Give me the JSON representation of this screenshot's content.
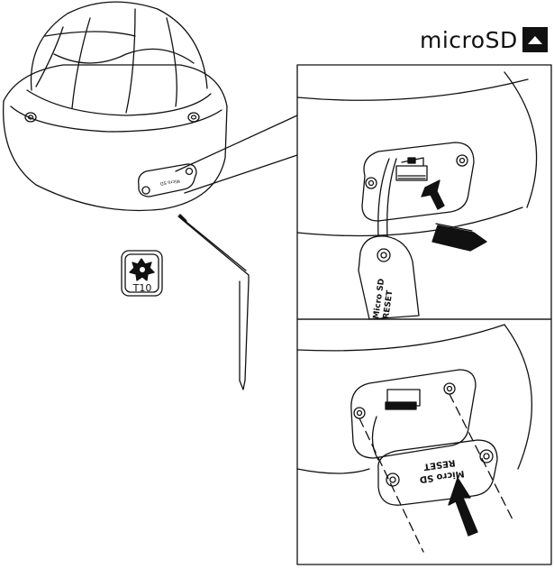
{
  "header": {
    "title": "microSD",
    "icon": "triangle-up-icon"
  },
  "tool": {
    "label": "T10",
    "icon": "torx-star-icon"
  },
  "cover_labels": {
    "line1": "Micro SD",
    "line2": "RESET"
  },
  "colors": {
    "line": "#111111",
    "background": "#ffffff"
  }
}
